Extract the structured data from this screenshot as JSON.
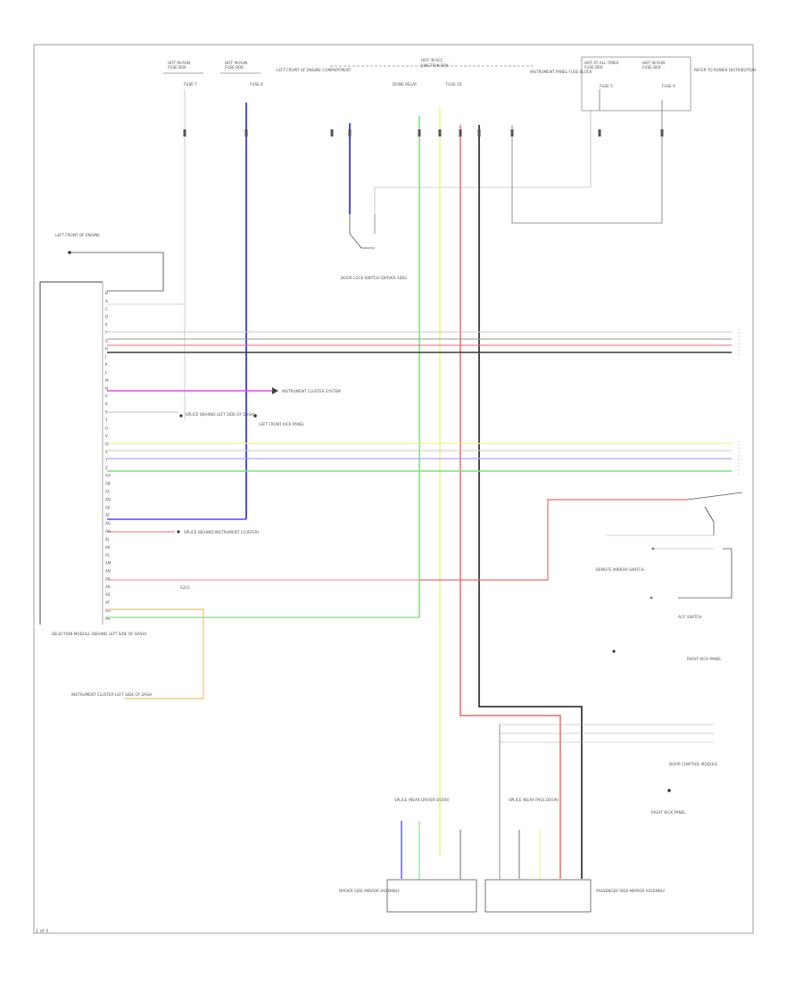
{
  "diagram": {
    "footer_code": "1 of 2",
    "colors": {
      "white": "#d8d8d8",
      "blue": "#4b4bff",
      "green": "#7ddf7d",
      "yellow": "#f2f28a",
      "red": "#f06a6a",
      "black": "#3a3a3a",
      "gray": "#9a9a9a",
      "magenta": "#e64be6",
      "violet": "#b4a0ff",
      "orange": "#f0c06a",
      "pink": "#f29aa8"
    },
    "top_fuses": [
      {
        "title": "HOT IN RUN",
        "sub": "FUSE BOX",
        "fuse": "FUSE 7"
      },
      {
        "title": "HOT IN RUN",
        "sub": "FUSE BOX",
        "fuse": "FUSE 8"
      },
      {
        "title": "HOT IN ACC",
        "sub": "JUNCTION BOX",
        "fuse": "FUSE 20"
      },
      {
        "title": "HOT AT ALL TIMES",
        "sub": "FUSE BOX",
        "fuse": "FUSE 5"
      },
      {
        "title": "HOT IN RUN",
        "sub": "FUSE BOX",
        "fuse": "FUSE 9"
      }
    ],
    "notes": {
      "left_top": "LEFT FRONT OF ENGINE COMPARTMENT",
      "mid_top": "REFER TO POWER DISTRIBUTION",
      "right_top": "INSTRUMENT PANEL FUSE BLOCK",
      "far_right": "REFER TO POWER DISTRIBUTION",
      "dome": "DOME RELAY",
      "left_ground": "LEFT FRONT OF ENGINE",
      "key_switch": "DOOR LOCK SWITCH (DRIVER SIDE)"
    },
    "module": {
      "title": "SELECTION MODULE (BEHIND LEFT SIDE OF DASH)",
      "pins": [
        "B",
        "A",
        "C",
        "D",
        "E",
        "F",
        "G",
        "H",
        "J",
        "K",
        "L",
        "M",
        "N",
        "P",
        "R",
        "S",
        "T",
        "U",
        "V",
        "W",
        "X",
        "Y",
        "Z",
        "AA",
        "AB",
        "AC",
        "AD",
        "AE",
        "AF",
        "AG",
        "AH",
        "AJ",
        "AK",
        "AL",
        "AM",
        "AN",
        "AP",
        "AR",
        "AS",
        "AT",
        "AU",
        "AV"
      ]
    },
    "mid_labels": {
      "instrument": "INSTRUMENT CLUSTER SYSTEM",
      "splice1": "SPLICE (BEHIND LEFT SIDE OF DASH)",
      "ground_left": "LEFT FRONT KICK PANEL",
      "splice2": "SPLICE (BEHIND INSTRUMENT CLUSTER)",
      "wire_tag": "S315"
    },
    "right_labels": {
      "switch_title": "REMOTE MIRROR SWITCH",
      "acc_note": "ACC SWITCH",
      "right_ground": "RIGHT KICK PANEL",
      "door_title": "DOOR CONTROL MODULE",
      "bottom_ground": "RIGHT KICK PANEL"
    },
    "bottom": {
      "left_note": "SPLICE (NEAR DRIVER DOOR)",
      "right_note": "SPLICE (NEAR PASS DOOR)",
      "left_connector": "DRIVER SIDE MIRROR ASSEMBLY",
      "right_connector": "PASSENGER SIDE MIRROR ASSEMBLY",
      "lower_left_note": "INSTRUMENT CLUSTER LEFT SIDE OF DASH"
    }
  }
}
